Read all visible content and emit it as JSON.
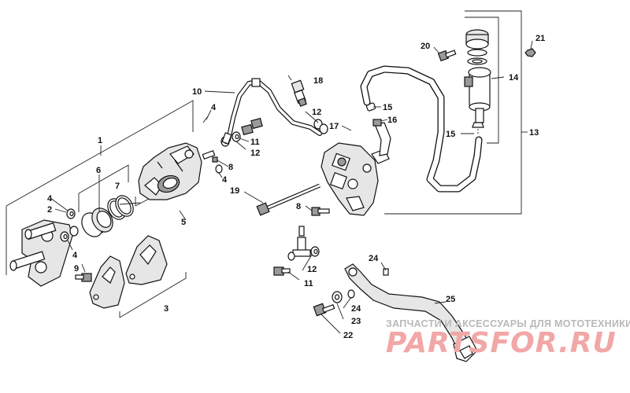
{
  "callouts": {
    "c1": "1",
    "c2": "2",
    "c3": "3",
    "c4a": "4",
    "c4b": "4",
    "c4c": "4",
    "c4d": "4",
    "c5": "5",
    "c6": "6",
    "c7": "7",
    "c8a": "8",
    "c8b": "8",
    "c9": "9",
    "c10": "10",
    "c11a": "11",
    "c11b": "11",
    "c12a": "12",
    "c12b": "12",
    "c12c": "12",
    "c13": "13",
    "c14": "14",
    "c15a": "15",
    "c15b": "15",
    "c16": "16",
    "c17": "17",
    "c18": "18",
    "c19": "19",
    "c20": "20",
    "c21": "21",
    "c22": "22",
    "c23": "23",
    "c24a": "24",
    "c24b": "24",
    "c25": "25"
  },
  "watermark": {
    "caption": "ЗАПЧАСТИ И АКСЕССУАРЫ ДЛЯ МОТОТЕХНИКИ",
    "logo": "PARTSFOR.RU"
  }
}
